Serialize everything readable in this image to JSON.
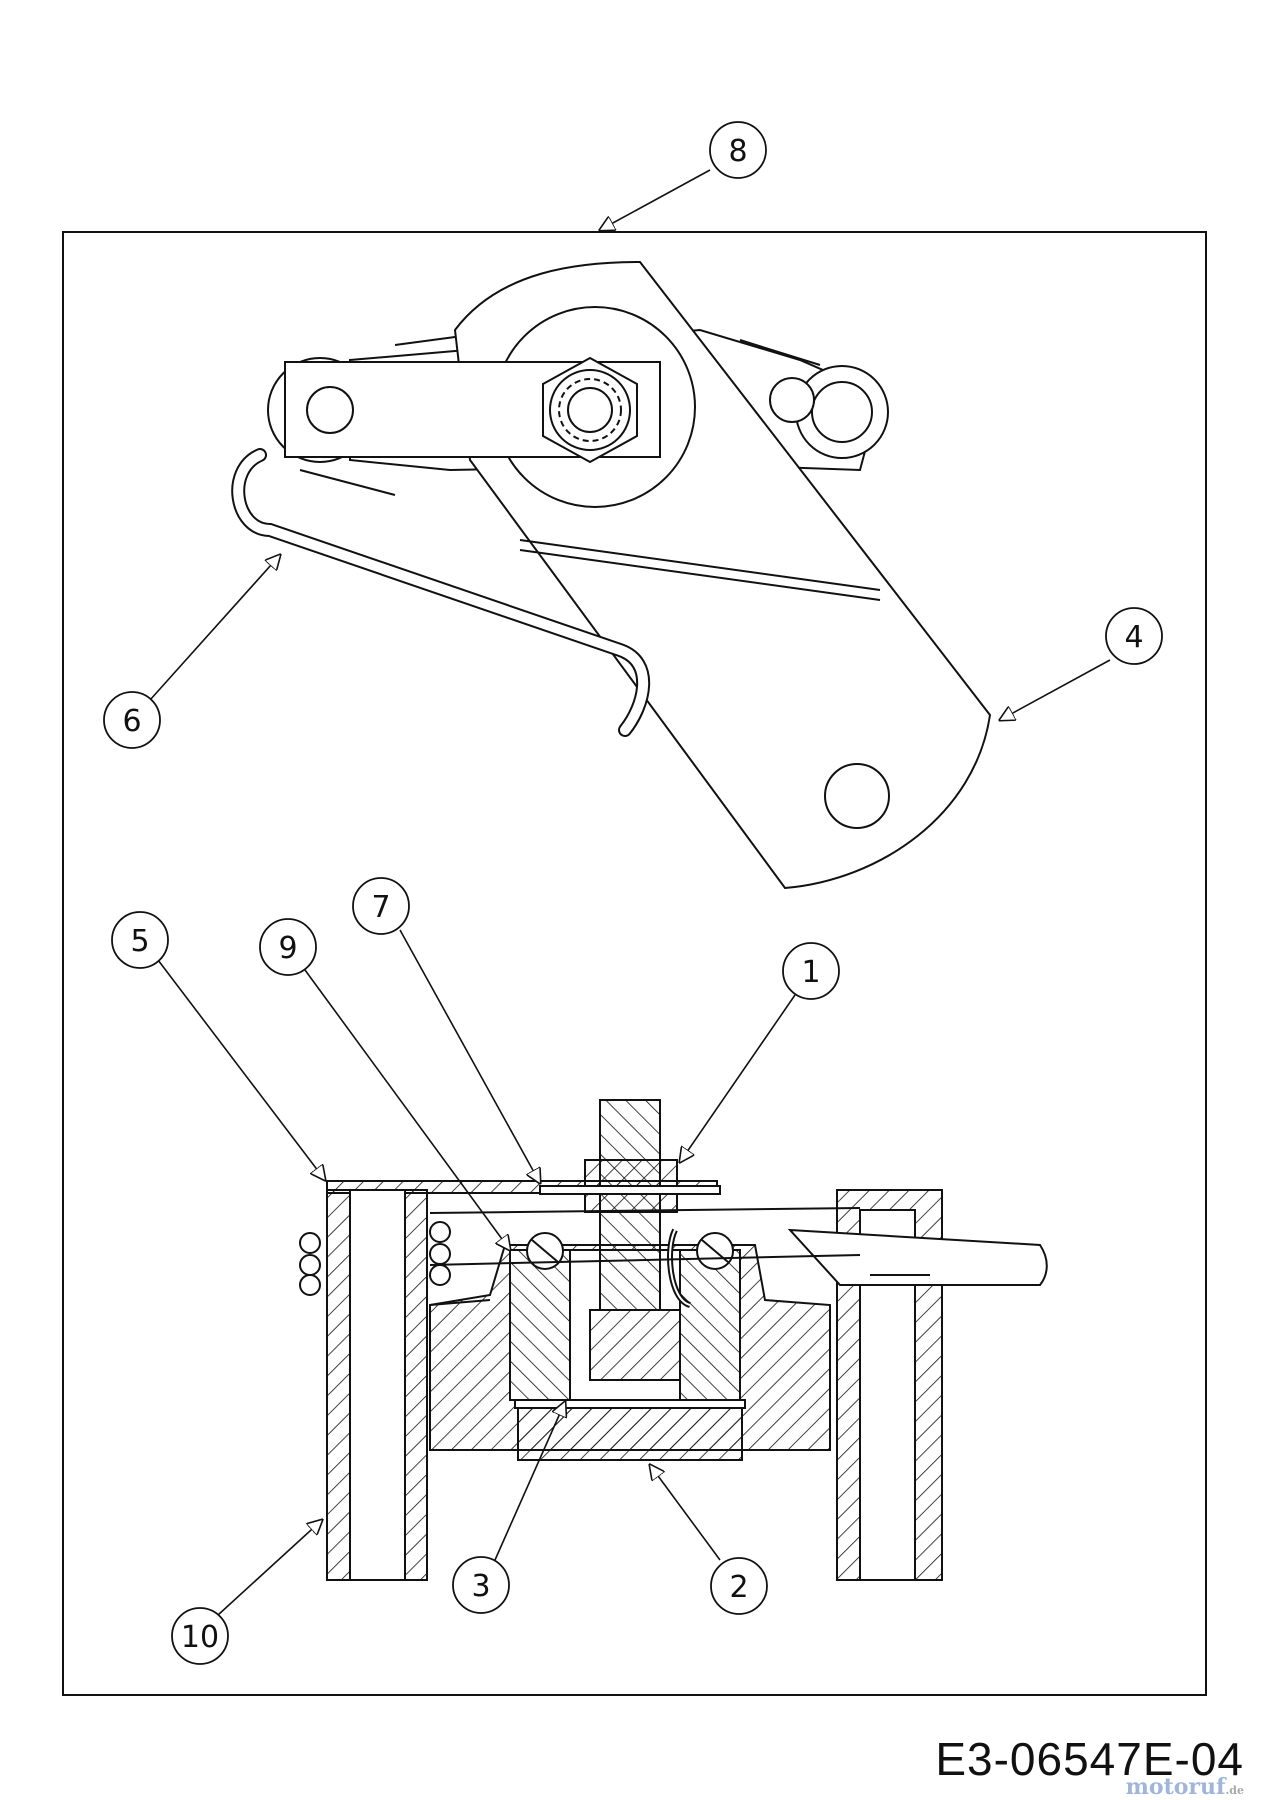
{
  "callouts": [
    {
      "id": "c1",
      "label": "1"
    },
    {
      "id": "c2",
      "label": "2"
    },
    {
      "id": "c3",
      "label": "3"
    },
    {
      "id": "c4",
      "label": "4"
    },
    {
      "id": "c5",
      "label": "5"
    },
    {
      "id": "c6",
      "label": "6"
    },
    {
      "id": "c7",
      "label": "7"
    },
    {
      "id": "c8",
      "label": "8"
    },
    {
      "id": "c9",
      "label": "9"
    },
    {
      "id": "c10",
      "label": "10"
    }
  ],
  "drawing_code": "E3-06547E-04",
  "watermark": {
    "brand": "motoruf",
    "tld": ".de"
  }
}
